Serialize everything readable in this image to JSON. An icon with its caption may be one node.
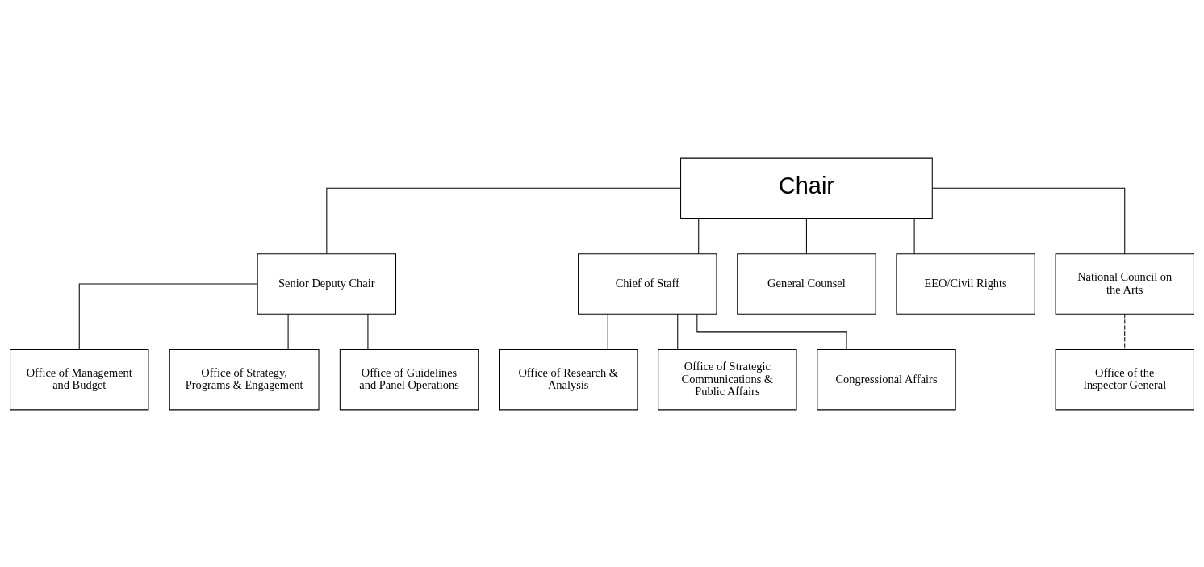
{
  "diagram": {
    "nodes": [
      {
        "text": [
          "Chair"
        ]
      },
      {
        "text": [
          "Senior Deputy Chair"
        ]
      },
      {
        "text": [
          "Chief of Staff"
        ]
      },
      {
        "text": [
          "General Counsel"
        ]
      },
      {
        "text": [
          "EEO/Civil Rights"
        ]
      },
      {
        "text": [
          "National Council on the Arts"
        ]
      },
      {
        "text": [
          "Office of Research & Analysis"
        ]
      },
      {
        "text": [
          "Office of Strategic Communications & Public Affairs"
        ]
      },
      {
        "text": [
          "Congressional Affairs"
        ]
      },
      {
        "text": [
          "Office of the Inspector General"
        ]
      },
      {
        "text": [
          "Office of Management and Budget"
        ]
      },
      {
        "text": [
          "Office of Strategy, Programs & Engagement"
        ]
      },
      {
        "text": [
          "Office of Guidelines and Panel Operations"
        ]
      }
    ],
    "edges": [
      {
        "from": 0,
        "to": 1,
        "arrow": "none"
      },
      {
        "from": 0,
        "to": 2,
        "arrow": "none"
      },
      {
        "from": 0,
        "to": 3,
        "arrow": "none"
      },
      {
        "from": 0,
        "to": 4,
        "arrow": "none"
      },
      {
        "from": 0,
        "to": 5,
        "arrow": "none"
      },
      {
        "from": 2,
        "to": 6,
        "arrow": "none"
      },
      {
        "from": 2,
        "to": 7,
        "arrow": "none"
      },
      {
        "from": 2,
        "to": 8,
        "arrow": "none"
      },
      {
        "from": 5,
        "to": 9,
        "arrow": "none",
        "style": "dashed"
      },
      {
        "from": 1,
        "to": 10,
        "arrow": "none"
      },
      {
        "from": 1,
        "to": 11,
        "arrow": "none"
      },
      {
        "from": 1,
        "to": 12,
        "arrow": "none"
      }
    ]
  }
}
